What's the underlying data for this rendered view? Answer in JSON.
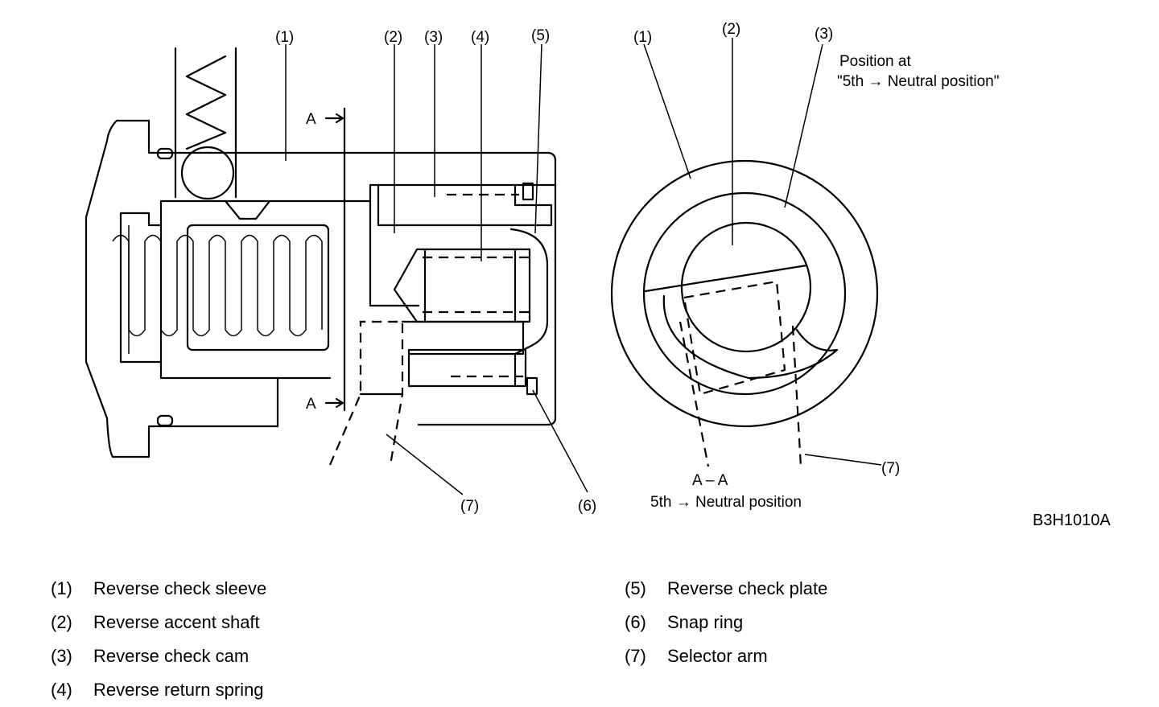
{
  "callouts": {
    "left": {
      "c1": "(1)",
      "c2": "(2)",
      "c3": "(3)",
      "c4": "(4)",
      "c5": "(5)",
      "c6": "(6)",
      "c7": "(7)"
    },
    "right": {
      "c1": "(1)",
      "c2": "(2)",
      "c3": "(3)",
      "c7": "(7)"
    }
  },
  "section_marks": {
    "top": "A",
    "bottom": "A"
  },
  "notes": {
    "position_line1": "Position at",
    "position_line2": "\"5th → Neutral position\"",
    "section_label": "A – A",
    "section_caption": "5th → Neutral position"
  },
  "figure_id": "B3H1010A",
  "legend": {
    "left": [
      {
        "num": "(1)",
        "label": "Reverse check sleeve"
      },
      {
        "num": "(2)",
        "label": "Reverse accent shaft"
      },
      {
        "num": "(3)",
        "label": "Reverse check cam"
      },
      {
        "num": "(4)",
        "label": "Reverse return spring"
      }
    ],
    "right": [
      {
        "num": "(5)",
        "label": "Reverse check plate"
      },
      {
        "num": "(6)",
        "label": "Snap ring"
      },
      {
        "num": "(7)",
        "label": "Selector arm"
      }
    ]
  }
}
